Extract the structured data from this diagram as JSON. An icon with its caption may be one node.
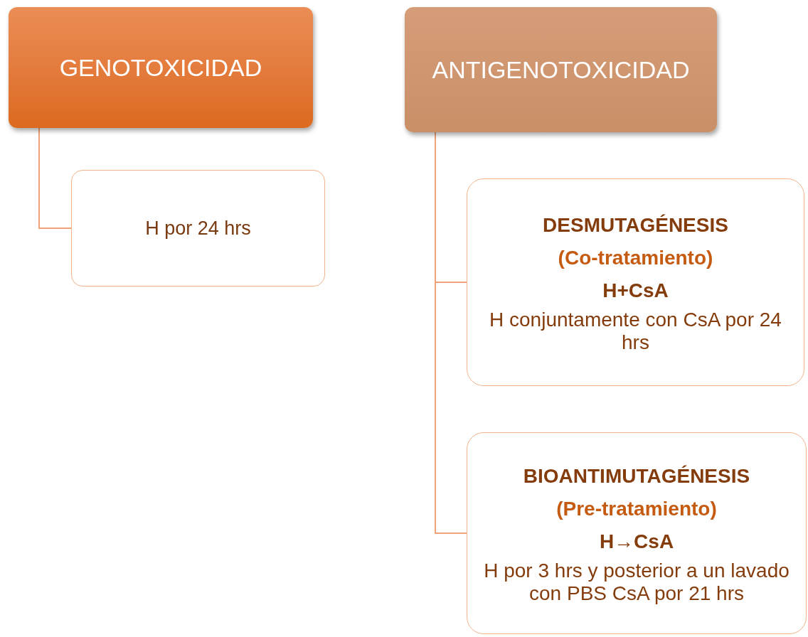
{
  "diagram": {
    "nodes": [
      {
        "text": [
          "GENOTOXICIDAD"
        ]
      },
      {
        "text": [
          "H por 24 hrs"
        ]
      },
      {
        "text": [
          "ANTIGENOTOXICIDAD"
        ]
      },
      {
        "text": [
          "DESMUTAGÉNESIS",
          "(Co-tratamiento)",
          "H+CsA",
          "H conjuntamente con CsA por 24 hrs"
        ]
      },
      {
        "text": [
          "BIOANTIMUTAGÉNESIS",
          "(Pre-tratamiento)",
          "H→CsA",
          "H por 3 hrs y posterior a un lavado con PBS CsA por 21 hrs"
        ]
      }
    ],
    "edges": [
      {
        "from": 0,
        "to": 1,
        "arrow": "none"
      },
      {
        "from": 2,
        "to": 3,
        "arrow": "none"
      },
      {
        "from": 2,
        "to": 4,
        "arrow": "none"
      }
    ]
  }
}
